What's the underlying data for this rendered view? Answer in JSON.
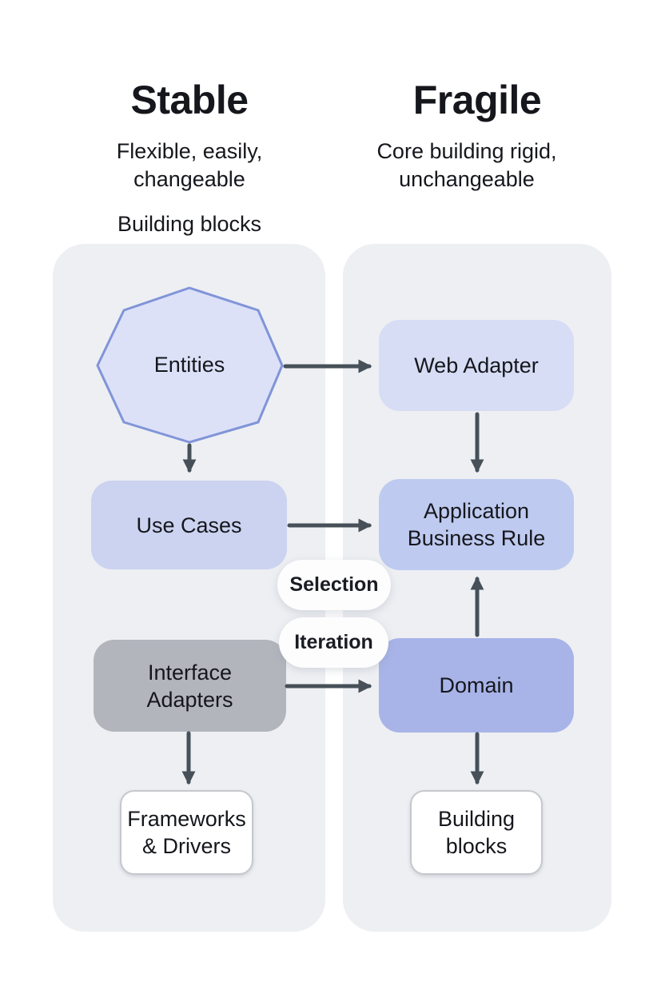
{
  "header": {
    "left_title": "Stable",
    "left_subtitle_line1": "Flexible, easily,",
    "left_subtitle_line2": "changeable",
    "right_title": "Fragile",
    "right_subtitle_line1": "Core building rigid,",
    "right_subtitle_line2": "unchangeable",
    "section_label": "Building blocks"
  },
  "nodes": {
    "entities": {
      "label": "Entities",
      "shape": "octagon"
    },
    "use_cases": {
      "label": "Use Cases"
    },
    "interface_adapters": {
      "label": "Interface Adapters"
    },
    "frameworks_drivers": {
      "label": "Frameworks & Drivers"
    },
    "web_adapter": {
      "label": "Web Adapter"
    },
    "application_business_rule": {
      "label": "Application Business Rule"
    },
    "domain": {
      "label": "Domain"
    },
    "building_blocks": {
      "label": "Building blocks"
    }
  },
  "pills": {
    "selection": "Selection",
    "iteration": "Iteration"
  },
  "colors": {
    "arrow": "#475059",
    "panel_fill": "#edeff3",
    "octagon_fill": "#dce1f8",
    "octagon_stroke": "#8194d8",
    "use_cases_fill": "#ccd3f0",
    "web_adapter_fill": "#d8ddf6",
    "application_business_rule_fill": "#bfcaf0",
    "domain_fill": "#a8b4e8",
    "interface_adapters_fill": "#b2b5bc",
    "white_box_border": "#c5c8cd",
    "text": "#15171c"
  }
}
